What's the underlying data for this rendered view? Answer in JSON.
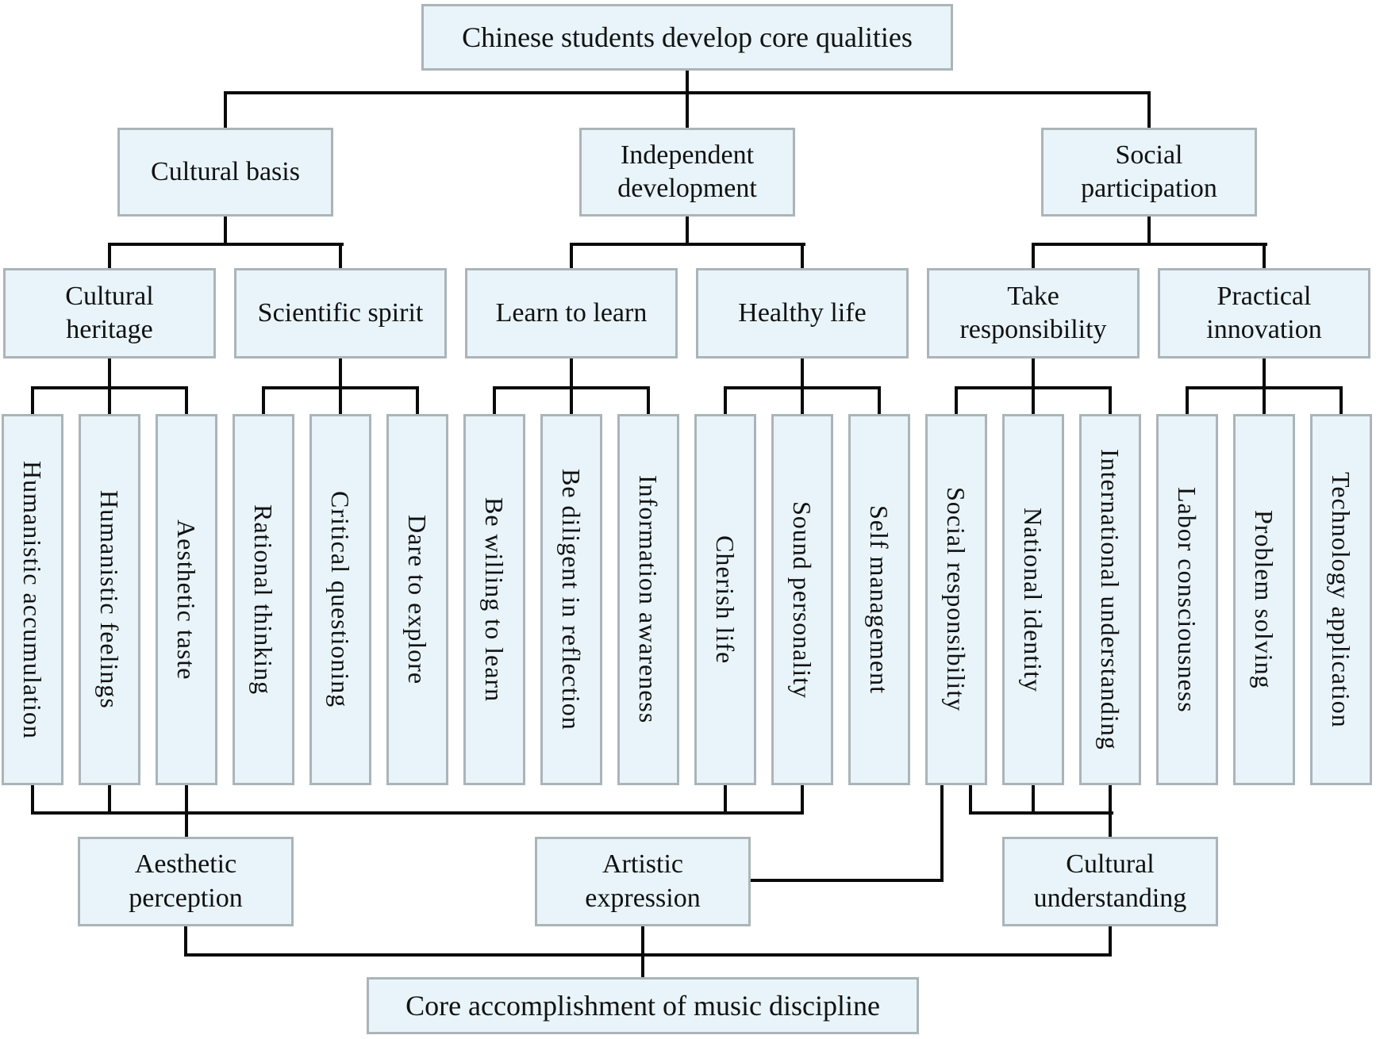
{
  "title": "Core qualities flowchart",
  "root": {
    "label": "Chinese students develop core qualities"
  },
  "level2": [
    {
      "label": "Cultural basis"
    },
    {
      "label": "Independent development"
    },
    {
      "label": "Social participation"
    }
  ],
  "level3": [
    {
      "label": "Cultural heritage"
    },
    {
      "label": "Scientific spirit"
    },
    {
      "label": "Learn to learn"
    },
    {
      "label": "Healthy life"
    },
    {
      "label": "Take responsibility"
    },
    {
      "label": "Practical innovation"
    }
  ],
  "leaves": [
    {
      "label": "Humanistic accumulation"
    },
    {
      "label": "Humanistic feelings"
    },
    {
      "label": "Aesthetic taste"
    },
    {
      "label": "Rational thinking"
    },
    {
      "label": "Critical questioning"
    },
    {
      "label": "Dare to explore"
    },
    {
      "label": "Be willing to learn"
    },
    {
      "label": "Be diligent in reflection"
    },
    {
      "label": "Information awareness"
    },
    {
      "label": "Cherish life"
    },
    {
      "label": "Sound personality"
    },
    {
      "label": "Self management"
    },
    {
      "label": "Social responsibility"
    },
    {
      "label": "National identity"
    },
    {
      "label": "International understanding"
    },
    {
      "label": "Labor consciousness"
    },
    {
      "label": "Problem solving"
    },
    {
      "label": "Technology application"
    }
  ],
  "outcomes": [
    {
      "label": "Aesthetic perception"
    },
    {
      "label": "Artistic expression"
    },
    {
      "label": "Cultural understanding"
    }
  ],
  "final": {
    "label": "Core accomplishment of music discipline"
  },
  "colors": {
    "box_fill": "#e8f4f9",
    "box_border": "#abb5b8",
    "line": "#0a0a0a"
  }
}
